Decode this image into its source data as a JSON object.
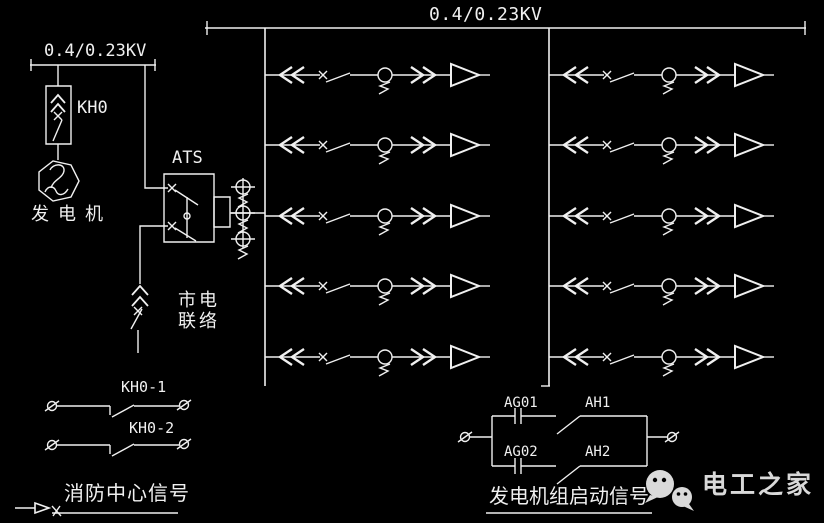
{
  "colors": {
    "background": "#000000",
    "line": "#f0f0f0",
    "watermark": "#d9d9d9"
  },
  "header": {
    "top_bus_voltage": "0.4/0.23KV"
  },
  "generator_section": {
    "bus_voltage": "0.4/0.23KV",
    "breaker": "KH0",
    "generator_label": "发电机"
  },
  "ats_section": {
    "ats_label": "ATS",
    "utility_line1": "市电",
    "utility_line2": "联络"
  },
  "distribution": {
    "columns": 2,
    "feeders_per_column": 5
  },
  "fire_signal": {
    "contact1": "KH0-1",
    "contact2": "KH0-2",
    "title": "消防中心信号"
  },
  "gen_start_signal": {
    "ag01": "AG01",
    "ah1": "AH1",
    "ag02": "AG02",
    "ah2": "AH2",
    "title": "发电机组启动信号"
  },
  "watermark": {
    "icon": "wechat-icon",
    "text": "电工之家"
  }
}
